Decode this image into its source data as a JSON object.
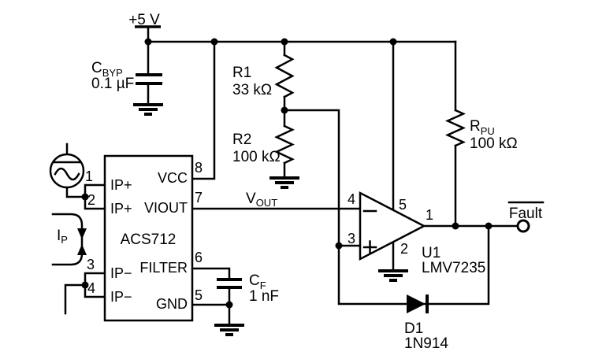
{
  "figure": {
    "type": "circuit-schematic",
    "background": "#ffffff",
    "line_color": "#000000"
  },
  "supply": {
    "label": "+5 V"
  },
  "cbyp": {
    "ref": "C",
    "ref_sub": "BYP",
    "value": "0.1 µF"
  },
  "r1": {
    "ref": "R1",
    "value": "33 kΩ"
  },
  "r2": {
    "ref": "R2",
    "value": "100 kΩ"
  },
  "rpu": {
    "ref": "R",
    "ref_sub": "PU",
    "value": "100 kΩ"
  },
  "cf": {
    "ref": "C",
    "ref_sub": "F",
    "value": "1 nF"
  },
  "d1": {
    "ref": "D1",
    "value": "1N914"
  },
  "u1": {
    "ref": "U1",
    "value": "LMV7235",
    "pins": {
      "out": "1",
      "gnd": "2",
      "inp": "3",
      "inn": "4",
      "vcc": "5"
    }
  },
  "sensor": {
    "name": "ACS712",
    "pin1": {
      "num": "1",
      "label": "IP+"
    },
    "pin2": {
      "num": "2",
      "label": "IP+"
    },
    "pin3": {
      "num": "3",
      "label": "IP−"
    },
    "pin4": {
      "num": "4",
      "label": "IP−"
    },
    "pin5": {
      "num": "5",
      "label": "GND"
    },
    "pin6": {
      "num": "6",
      "label": "FILTER"
    },
    "pin7": {
      "num": "7",
      "label": "VIOUT"
    },
    "pin8": {
      "num": "8",
      "label": "VCC"
    }
  },
  "nets": {
    "vout": "V",
    "vout_sub": "OUT",
    "fault": "Fault",
    "ip": "I",
    "ip_sub": "P"
  }
}
